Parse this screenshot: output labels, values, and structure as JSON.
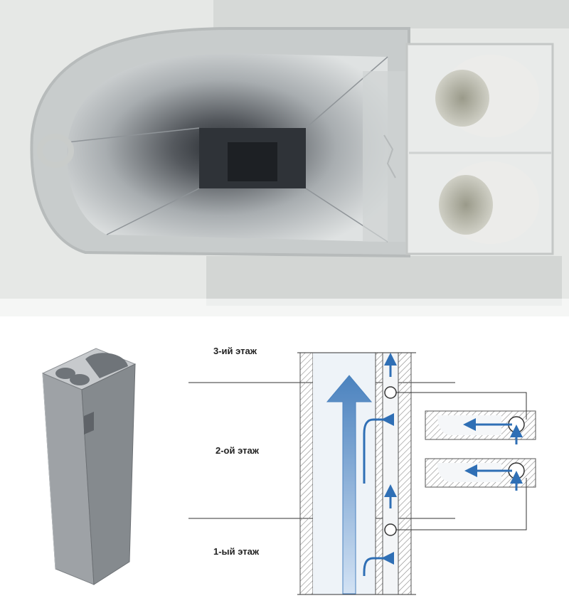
{
  "floors": {
    "third": "3-ий этаж",
    "second": "2-ой этаж",
    "first": "1-ый этаж"
  },
  "colors": {
    "concrete": "#d9dcdb",
    "shaft_dark": "#3a3f44",
    "block_face": "#9a9ea2",
    "block_top": "#c7cacd",
    "airflow": "#2f6fb5",
    "airflow_light": "#a9c6e8",
    "hatch": "#777777"
  }
}
